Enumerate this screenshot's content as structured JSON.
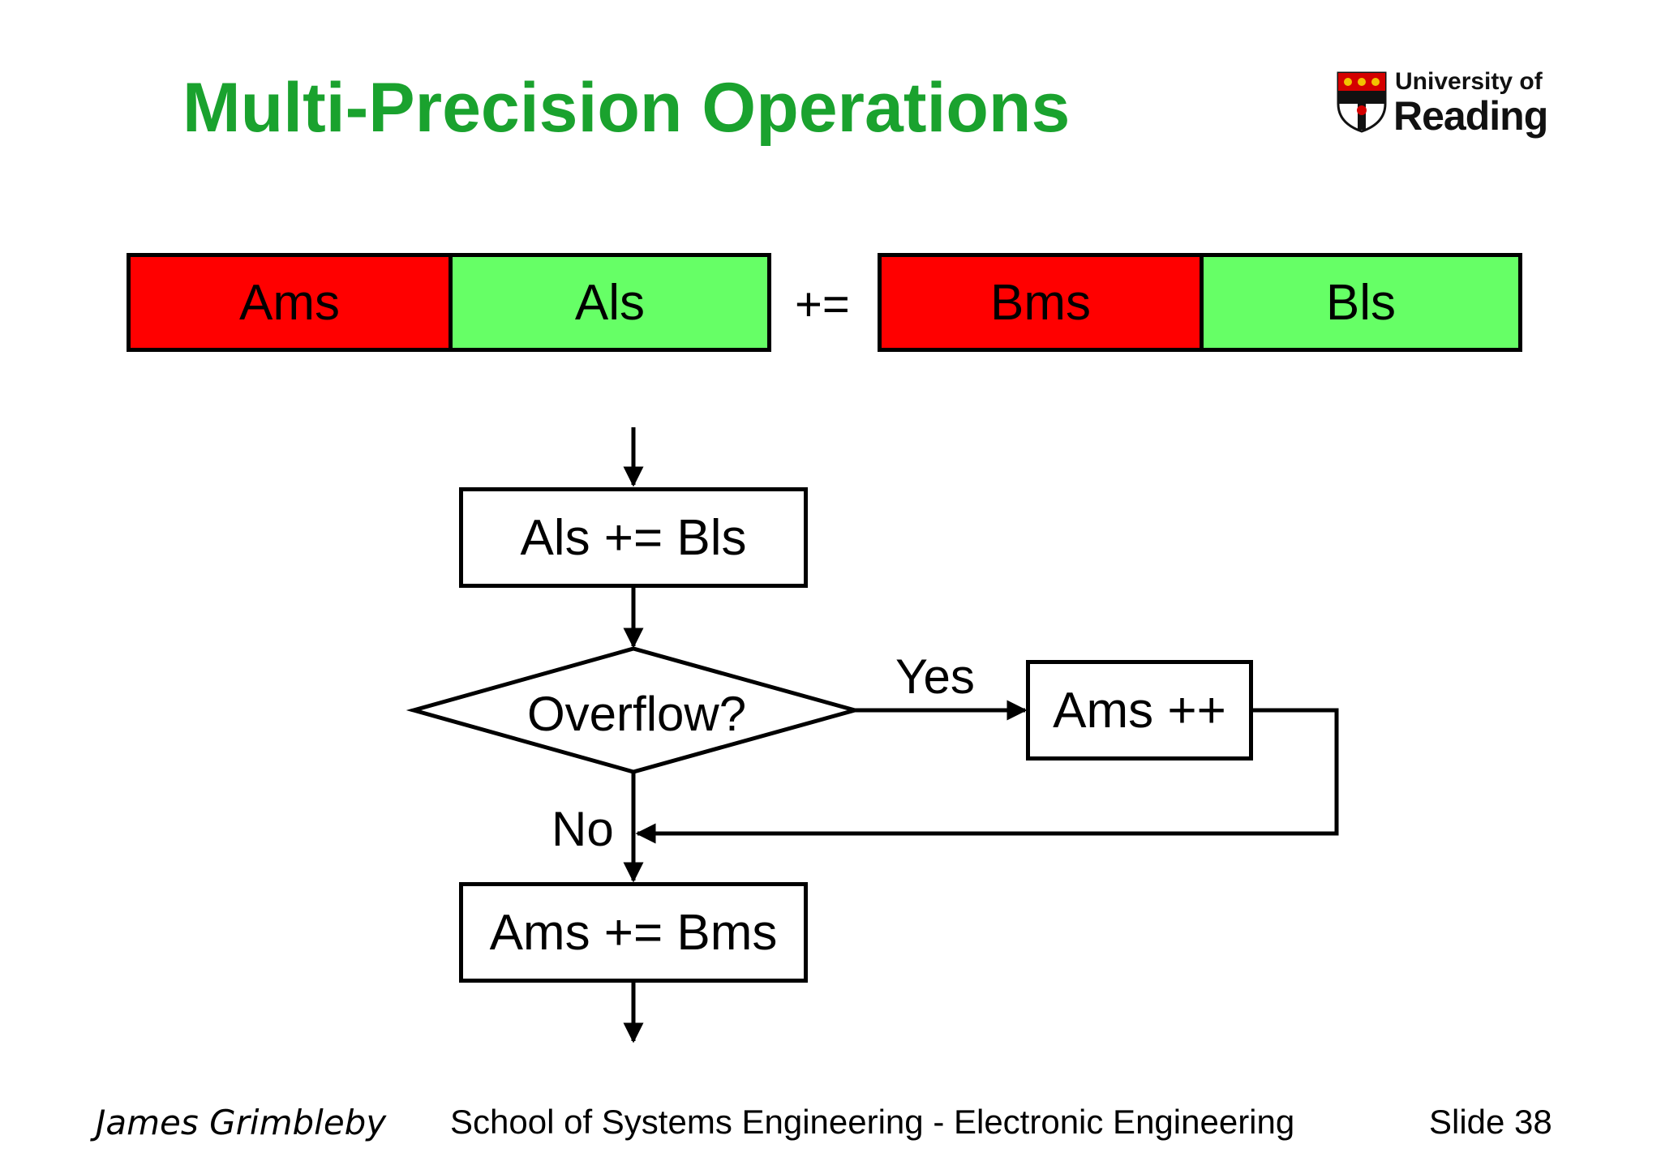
{
  "title": "Multi-Precision Operations",
  "logo": {
    "line1": "University of",
    "line2": "Reading"
  },
  "registers": {
    "a_ms": "Ams",
    "a_ls": "Als",
    "operator": "+=",
    "b_ms": "Bms",
    "b_ls": "Bls"
  },
  "flowchart": {
    "step1": "Als += Bls",
    "decision": "Overflow?",
    "yes_label": "Yes",
    "yes_action": "Ams ++",
    "no_label": "No",
    "step2": "Ams += Bms"
  },
  "footer": {
    "author": "James Grimbleby",
    "school": "School of Systems Engineering - Electronic Engineering",
    "slide": "Slide 38"
  },
  "colors": {
    "title": "#1aa22e",
    "most_significant": "#ff0000",
    "least_significant": "#66ff66"
  }
}
